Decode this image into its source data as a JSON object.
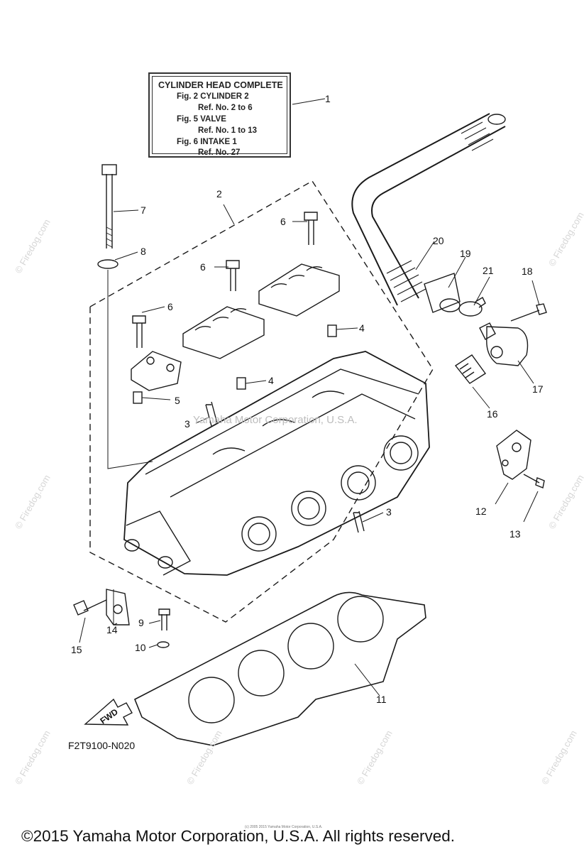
{
  "info_box": {
    "title": "CYLINDER HEAD COMPLETE",
    "lines": [
      "Fig.  2 CYLINDER 2",
      "Ref. No. 2 to 6",
      "Fig.  5 VALVE",
      "Ref. No. 1 to 13",
      "Fig.  6 INTAKE 1",
      "Ref. No. 27"
    ]
  },
  "callouts": {
    "c1": "1",
    "c2": "2",
    "c3a": "3",
    "c3b": "3",
    "c4a": "4",
    "c4b": "4",
    "c5": "5",
    "c6a": "6",
    "c6b": "6",
    "c6c": "6",
    "c7": "7",
    "c8": "8",
    "c9": "9",
    "c10": "10",
    "c11": "11",
    "c12": "12",
    "c13": "13",
    "c14": "14",
    "c15": "15",
    "c16": "16",
    "c17": "17",
    "c18": "18",
    "c19": "19",
    "c20": "20",
    "c21": "21"
  },
  "fwd_label": "FWD",
  "diagram_code": "F2T9100-N020",
  "watermark": "© Firedog.com",
  "center_watermark": "Yamaha Motor Corporation, U.S.A.",
  "tiny_copyright": "(c) 2005 2015 Yamaha Motor Corporation, U.S.A.",
  "footer": "©2015 Yamaha Motor Corporation, U.S.A. All rights reserved.",
  "colors": {
    "line": "#1a1a1a",
    "watermark": "#d6d6d6"
  }
}
